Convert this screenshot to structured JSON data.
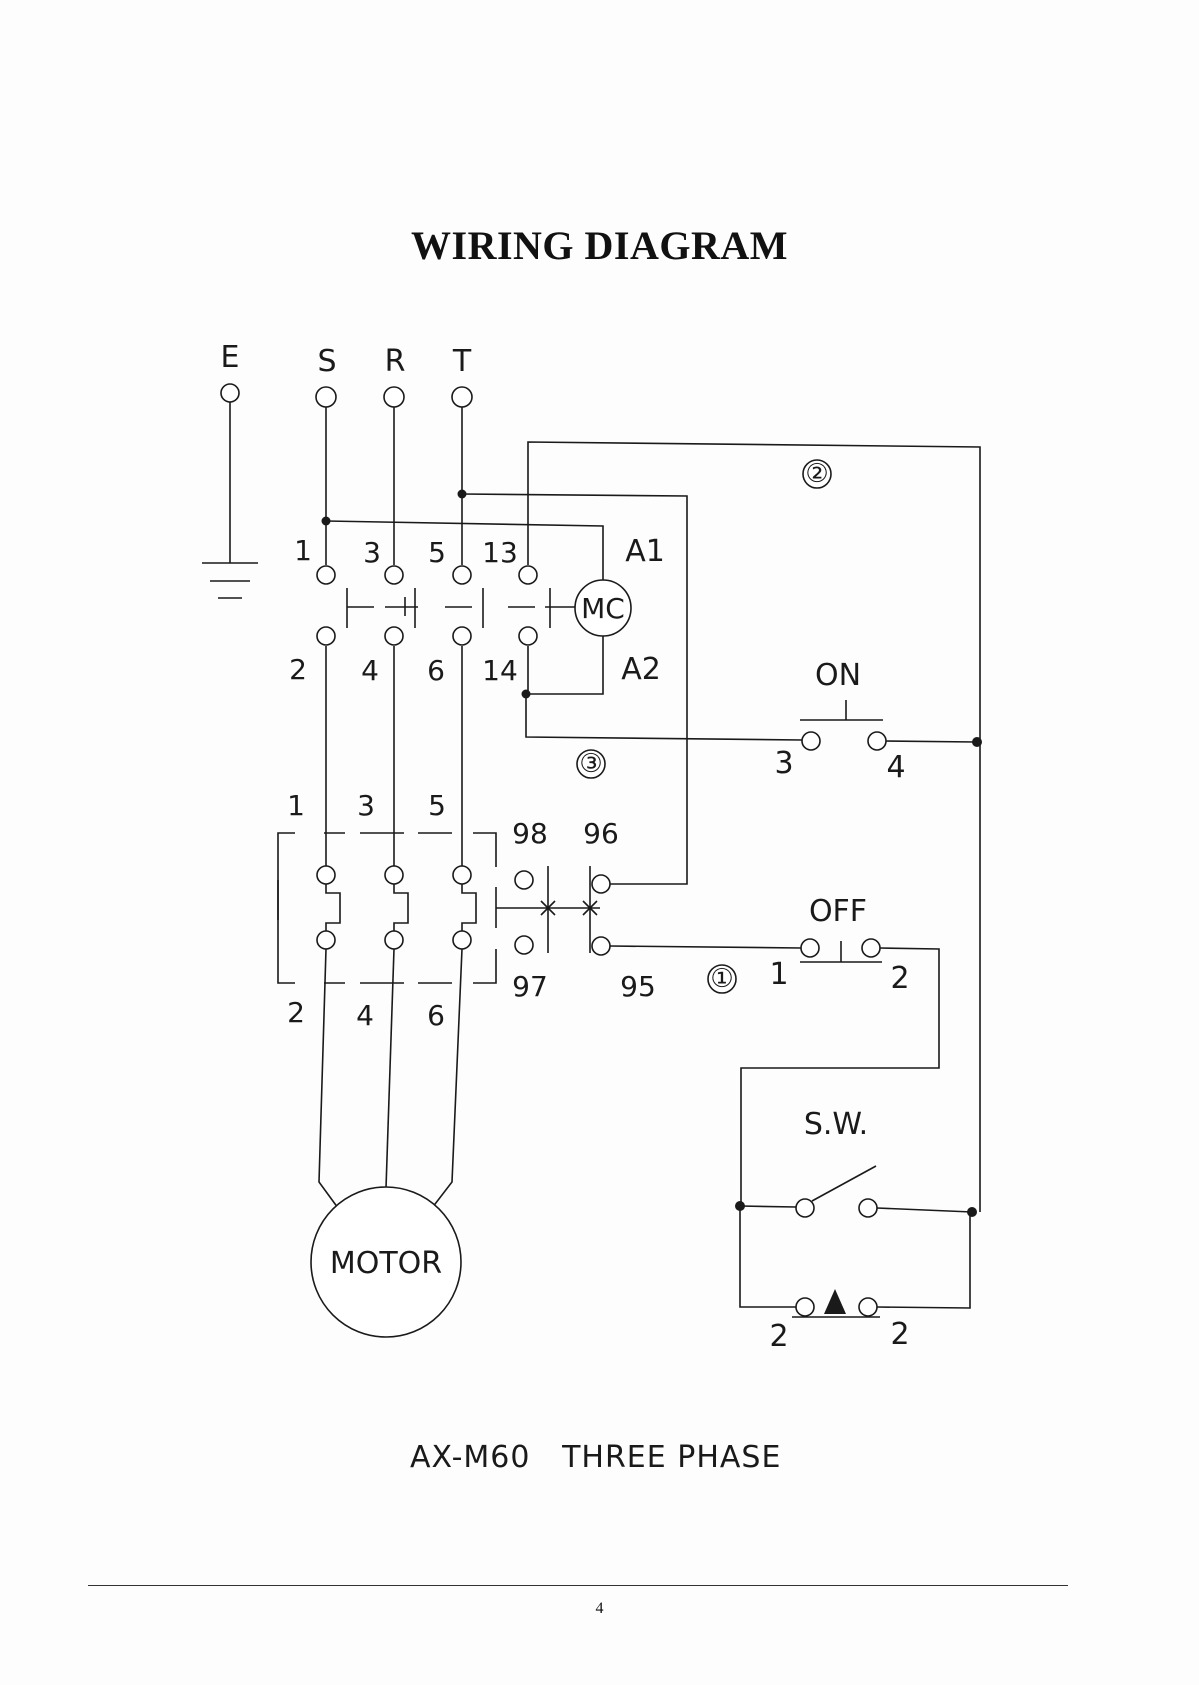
{
  "document": {
    "title": "WIRING DIAGRAM",
    "caption_model": "AX-M60",
    "caption_phase": "THREE PHASE",
    "page_number": "4"
  },
  "diagram": {
    "supply_labels": {
      "e": "E",
      "s": "S",
      "r": "R",
      "t": "T"
    },
    "contactor": {
      "top_terminals": [
        "1",
        "3",
        "5",
        "13"
      ],
      "bottom_terminals": [
        "2",
        "4",
        "6",
        "14"
      ],
      "coil_label": "MC",
      "coil_top": "A1",
      "coil_bottom": "A2"
    },
    "overload": {
      "top_terminals": [
        "1",
        "3",
        "5"
      ],
      "bottom_terminals": [
        "2",
        "4",
        "6"
      ],
      "contact_98": "98",
      "contact_96": "96",
      "contact_97": "97",
      "contact_95": "95"
    },
    "markers": {
      "wire_1": "①",
      "wire_2": "②",
      "wire_3": "③"
    },
    "on_switch": {
      "label": "ON",
      "left": "3",
      "right": "4"
    },
    "off_switch": {
      "label": "OFF",
      "left": "1",
      "right": "2"
    },
    "selector_switch": {
      "label": "S.W.",
      "left": "2",
      "right": "2"
    },
    "motor_label": "MOTOR"
  }
}
